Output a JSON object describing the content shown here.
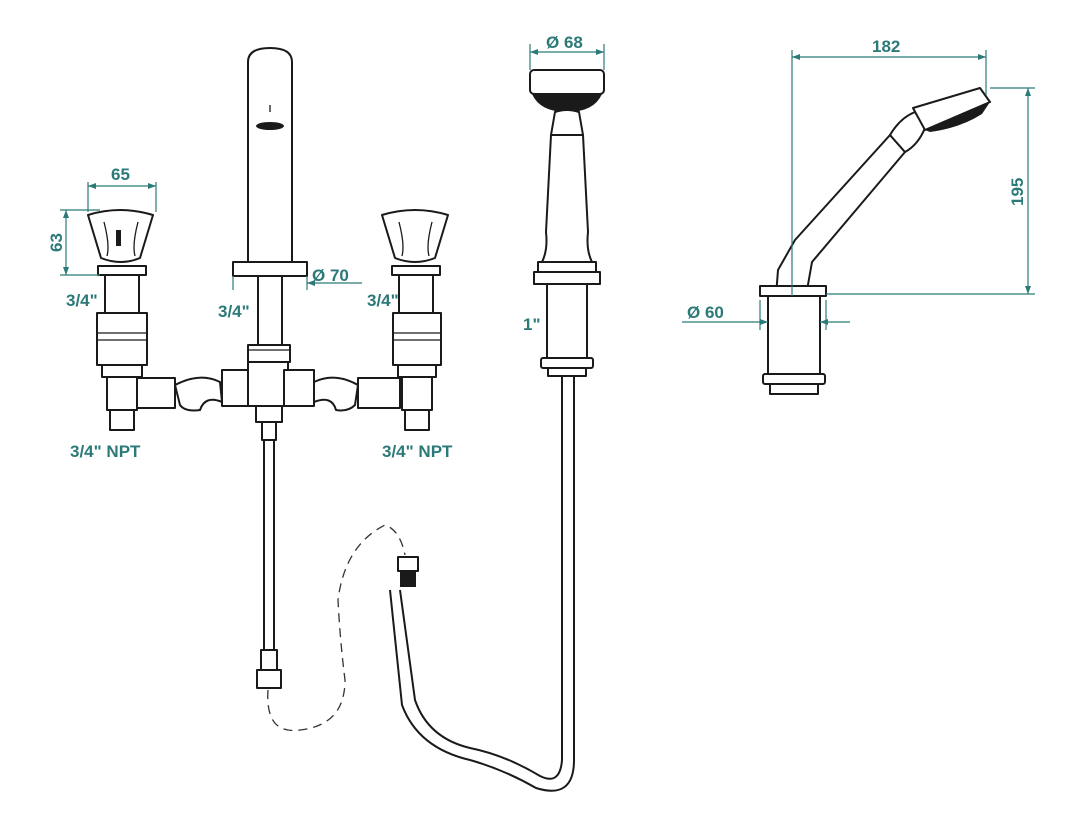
{
  "colors": {
    "dimension": "#2b7a78",
    "line": "#1a1a1a",
    "background": "#ffffff"
  },
  "labels": {
    "handle_width": "65",
    "handle_height": "63",
    "left_inlet": "3/4\"",
    "left_npt": "3/4\" NPT",
    "spout_inlet": "3/4\"",
    "spout_diameter": "Ø 70",
    "right_inlet": "3/4\"",
    "right_npt": "3/4\" NPT",
    "shower_head_diameter": "Ø 68",
    "shower_connection": "1\"",
    "holder_width": "182",
    "holder_height": "195",
    "holder_base_diameter": "Ø 60"
  }
}
